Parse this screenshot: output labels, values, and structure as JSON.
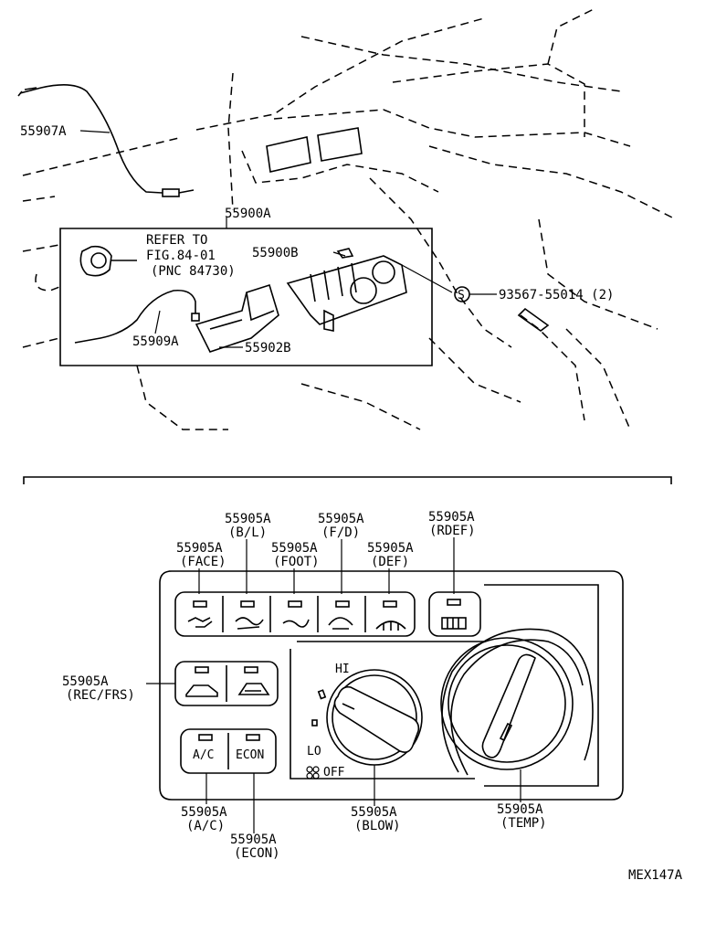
{
  "top_view": {
    "callouts": {
      "p55907a": "55907A",
      "p55900a": "55900A",
      "refer_line1": "REFER TO",
      "refer_line2": "FIG.84-01",
      "refer_line3": "(PNC 84730)",
      "p55900b": "55900B",
      "p93567_symbol": "S",
      "p93567": "93567-55014 (2)",
      "p55909a": "55909A",
      "p55902b": "55902B"
    }
  },
  "panel_view": {
    "callouts": {
      "face_num": "55905A",
      "face_sub": "(FACE)",
      "bl_num": "55905A",
      "bl_sub": "(B/L)",
      "foot_num": "55905A",
      "foot_sub": "(FOOT)",
      "fd_num": "55905A",
      "fd_sub": "(F/D)",
      "def_num": "55905A",
      "def_sub": "(DEF)",
      "rdef_num": "55905A",
      "rdef_sub": "(RDEF)",
      "recfrs_num": "55905A",
      "recfrs_sub": "(REC/FRS)",
      "ac_num": "55905A",
      "ac_sub": "(A/C)",
      "econ_num": "55905A",
      "econ_sub": "(ECON)",
      "blow_num": "55905A",
      "blow_sub": "(BLOW)",
      "temp_num": "55905A",
      "temp_sub": "(TEMP)"
    },
    "buttons": {
      "ac_label": "A/C",
      "econ_label": "ECON"
    },
    "blower_scale": {
      "hi": "HI",
      "lo": "LO",
      "off": "OFF"
    }
  },
  "figure_code": "MEX147A"
}
